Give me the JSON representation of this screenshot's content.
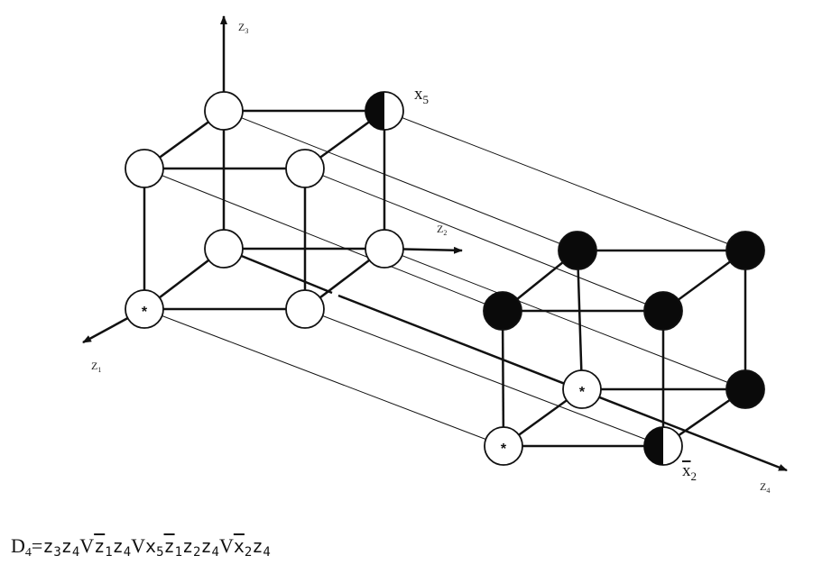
{
  "axes": {
    "z1": {
      "name": "Z",
      "sub": "1"
    },
    "z2": {
      "name": "Z",
      "sub": "2"
    },
    "z3": {
      "name": "Z",
      "sub": "3"
    },
    "z4": {
      "name": "Z",
      "sub": "4"
    }
  },
  "node_labels": {
    "x5": {
      "name": "x",
      "sub": "5"
    },
    "x2bar": {
      "name": "x",
      "sub": "2"
    }
  },
  "star_symbol": "*",
  "formula": {
    "lhs_name": "D",
    "lhs_sub": "4",
    "equals": "=",
    "or_symbol": "V",
    "terms": [
      [
        {
          "v": "z",
          "s": "3",
          "bar": false
        },
        {
          "v": "z",
          "s": "4",
          "bar": false
        }
      ],
      [
        {
          "v": "z",
          "s": "1",
          "bar": true
        },
        {
          "v": "z",
          "s": "4",
          "bar": false
        }
      ],
      [
        {
          "v": "x",
          "s": "5",
          "bar": false
        },
        {
          "v": "z",
          "s": "1",
          "bar": true
        },
        {
          "v": "z",
          "s": "2",
          "bar": false
        },
        {
          "v": "z",
          "s": "4",
          "bar": false
        }
      ],
      [
        {
          "v": "x",
          "s": "2",
          "bar": true
        },
        {
          "v": "z",
          "s": "4",
          "bar": false
        }
      ]
    ]
  },
  "colors": {
    "ink": "#111111",
    "filled": "#0a0a0a",
    "empty": "#ffffff"
  }
}
